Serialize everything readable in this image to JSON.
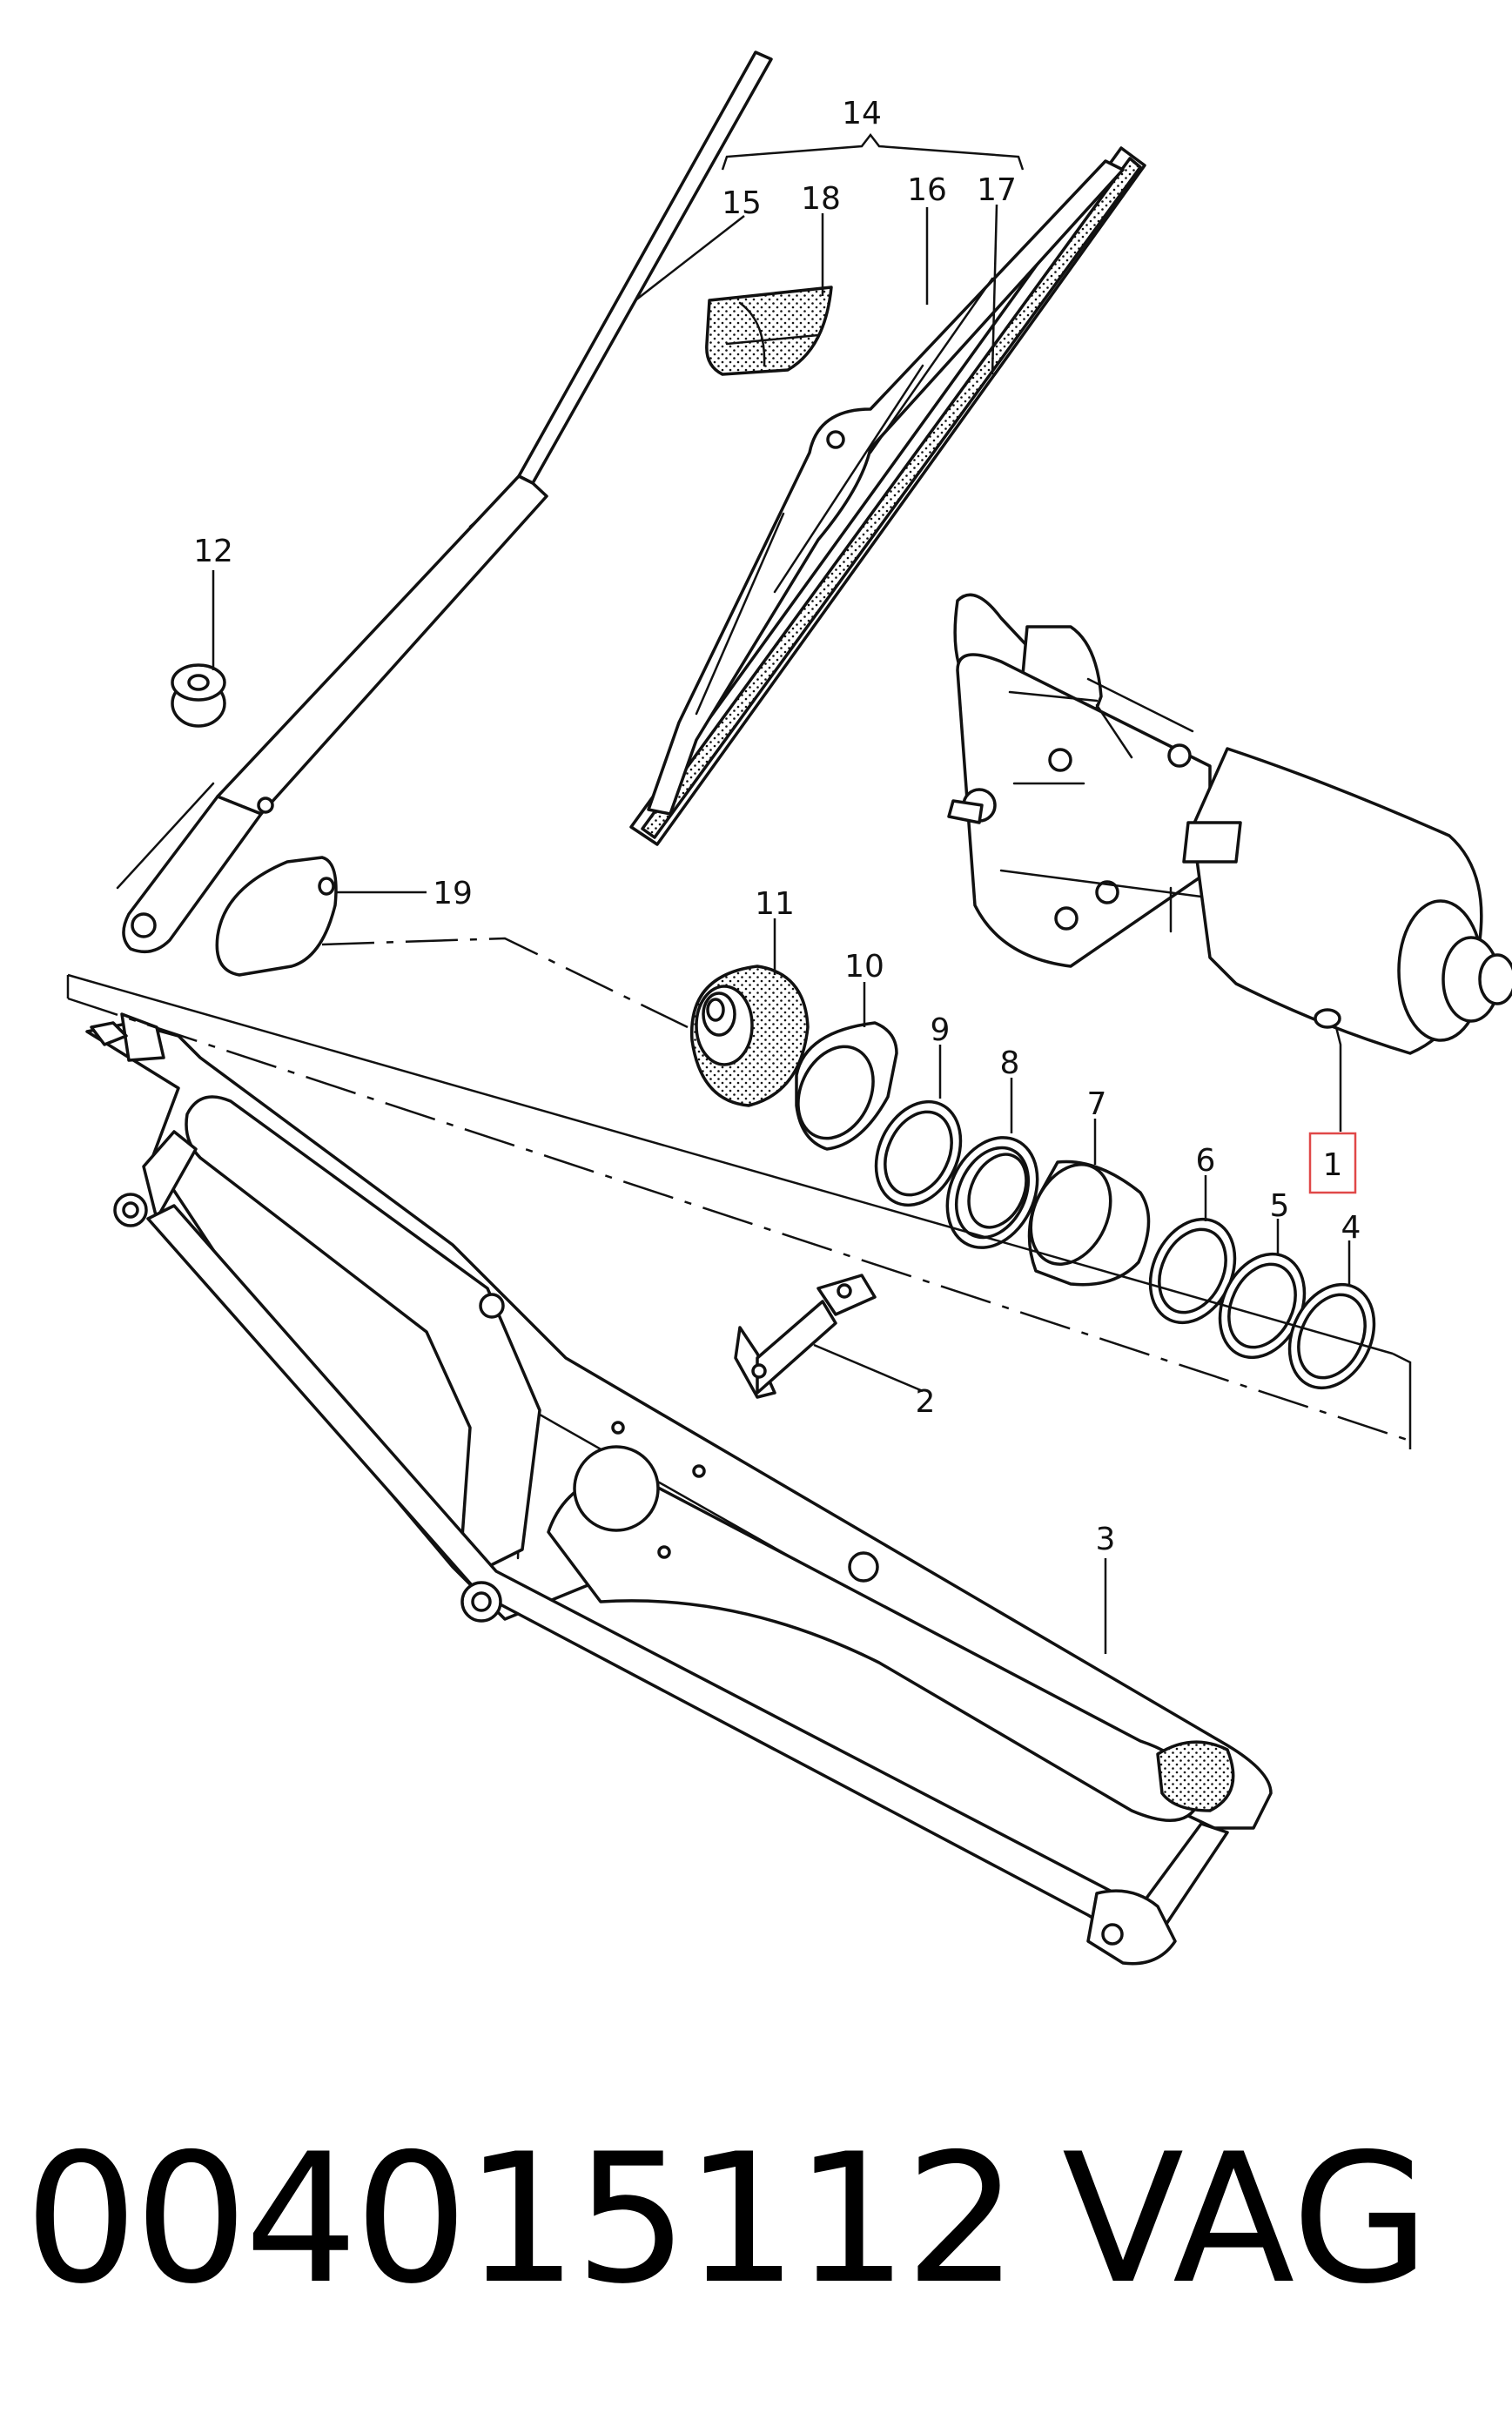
{
  "callouts": {
    "c1": "1",
    "c2": "2",
    "c3": "3",
    "c4": "4",
    "c5": "5",
    "c6": "6",
    "c7": "7",
    "c8": "8",
    "c9": "9",
    "c10": "10",
    "c11": "11",
    "c12": "12",
    "c14": "14",
    "c15": "15",
    "c16": "16",
    "c17": "17",
    "c18": "18",
    "c19": "19"
  },
  "highlight": {
    "callout": "1",
    "color": "#e04848"
  },
  "caption": {
    "part_number": "004015112",
    "brand": "VAG"
  }
}
